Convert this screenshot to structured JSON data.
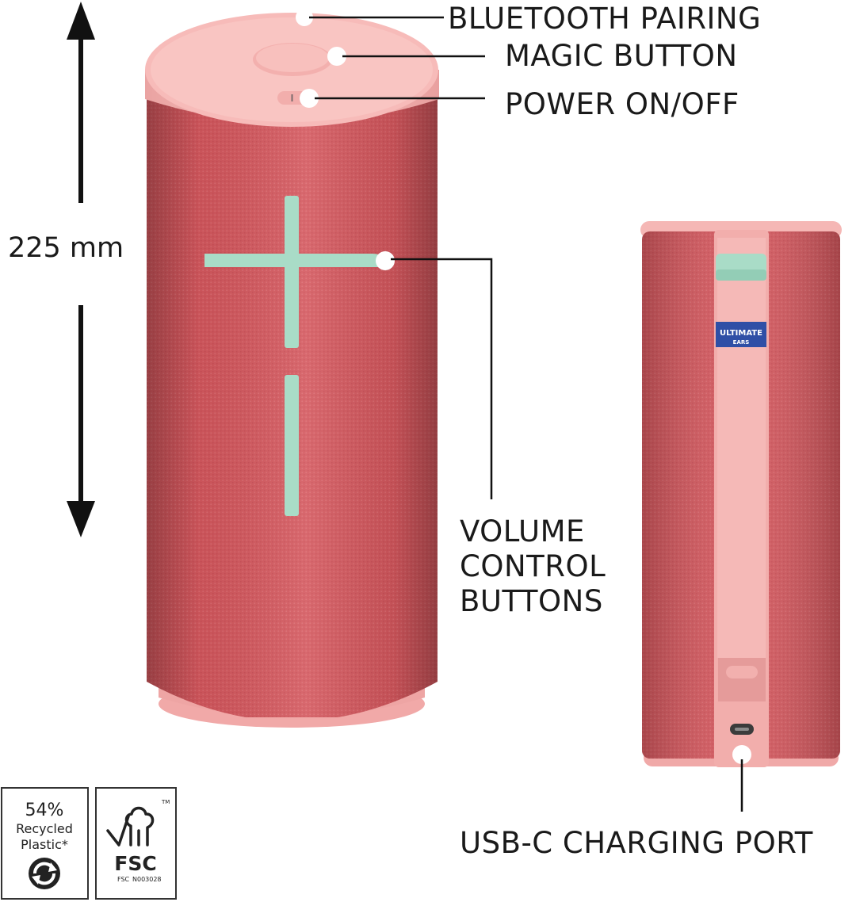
{
  "dimension": {
    "label": "225 mm"
  },
  "callouts": {
    "bluetooth": "BLUETOOTH PAIRING",
    "magic": "MAGIC BUTTON",
    "power": "POWER ON/OFF",
    "volume": [
      "VOLUME",
      "CONTROL",
      "BUTTONS"
    ],
    "usb": "USB-C CHARGING PORT"
  },
  "speaker_label": {
    "line1": "ULTIMATE",
    "line2": "EARS"
  },
  "badges": {
    "recycled": {
      "percent": "54%",
      "line1": "Recycled",
      "line2": "Plastic*"
    },
    "fsc": {
      "logo": "FSC",
      "tm": "TM",
      "code": "FSC",
      "code_suffix": "N003028"
    }
  },
  "colors": {
    "body": "#d4585e",
    "body_dark": "#b43f47",
    "cap": "#f5b7b5",
    "cap_edge": "#eaa3a2",
    "mint": "#a9dcc7",
    "badge_blue": "#2f4fa6"
  }
}
